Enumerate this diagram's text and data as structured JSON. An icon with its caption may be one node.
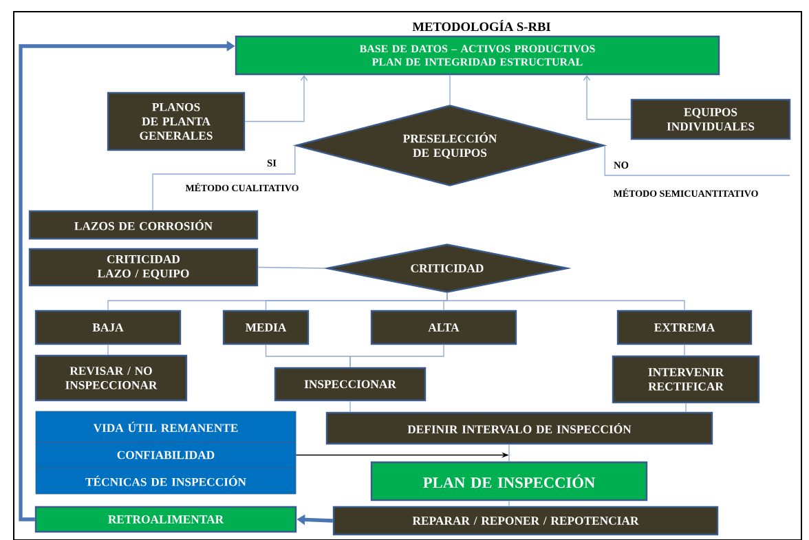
{
  "diagram": {
    "title": "METODOLOGÍA S-RBI",
    "nodes": [
      {
        "text": [
          "BASE DE DATOS – ACTIVOS PRODUCTIVOS",
          "PLAN DE INTEGRIDAD ESTRUCTURAL"
        ]
      },
      {
        "text": [
          "PLANOS DE PLANTA GENERALES"
        ]
      },
      {
        "text": [
          "PRESELECCIÓN DE EQUIPOS"
        ]
      },
      {
        "text": [
          "EQUIPOS INDIVIDUALES"
        ]
      },
      {
        "text": [
          "LAZOS DE CORROSIÓN"
        ]
      },
      {
        "text": [
          "CRITICIDAD LAZO / EQUIPO"
        ]
      },
      {
        "text": [
          "CRITICIDAD"
        ]
      },
      {
        "text": [
          "BAJA"
        ]
      },
      {
        "text": [
          "MEDIA"
        ]
      },
      {
        "text": [
          "ALTA"
        ]
      },
      {
        "text": [
          "EXTREMA"
        ]
      },
      {
        "text": [
          "REVISAR / NO INSPECCIONAR"
        ]
      },
      {
        "text": [
          "INSPECCIONAR"
        ]
      },
      {
        "text": [
          "INTERVENIR RECTIFICAR"
        ]
      },
      {
        "text": [
          "VIDA ÚTIL REMANENTE"
        ]
      },
      {
        "text": [
          "CONFIABILIDAD"
        ]
      },
      {
        "text": [
          "TÉCNICAS DE INSPECCIÓN"
        ]
      },
      {
        "text": [
          "DEFINIR INTERVALO DE INSPECCIÓN"
        ]
      },
      {
        "text": [
          "PLAN DE INSPECCIÓN"
        ]
      },
      {
        "text": [
          "RETROALIMENTAR"
        ]
      },
      {
        "text": [
          "REPARAR / REPONER / REPOTENCIAR"
        ]
      }
    ],
    "edges": [
      {
        "from": 0,
        "to": 2,
        "arrow": "none"
      },
      {
        "from": 1,
        "to": 0,
        "arrow": "to"
      },
      {
        "from": 3,
        "to": 0,
        "arrow": "to"
      },
      {
        "from": 2,
        "to": 4,
        "arrow": "none",
        "label": "SI"
      },
      {
        "from": 2,
        "to": null,
        "arrow": "none",
        "label": "NO"
      },
      {
        "from": 5,
        "to": 6,
        "arrow": "none"
      },
      {
        "from": 6,
        "to": 7,
        "arrow": "none"
      },
      {
        "from": 6,
        "to": 8,
        "arrow": "none"
      },
      {
        "from": 6,
        "to": 9,
        "arrow": "none"
      },
      {
        "from": 6,
        "to": 10,
        "arrow": "none"
      },
      {
        "from": 7,
        "to": 11,
        "arrow": "none"
      },
      {
        "from": 8,
        "to": 12,
        "arrow": "none"
      },
      {
        "from": 9,
        "to": 12,
        "arrow": "none"
      },
      {
        "from": 10,
        "to": 13,
        "arrow": "none"
      },
      {
        "from": 12,
        "to": 17,
        "arrow": "none"
      },
      {
        "from": 13,
        "to": 17,
        "arrow": "none"
      },
      {
        "from": 15,
        "to": 18,
        "arrow": "to",
        "color": "#000000"
      },
      {
        "from": 17,
        "to": 18,
        "arrow": "none"
      },
      {
        "from": 18,
        "to": 20,
        "arrow": "none"
      },
      {
        "from": 20,
        "to": 19,
        "arrow": "to",
        "style": "thick",
        "color": "#4a76b5"
      },
      {
        "from": 19,
        "to": 0,
        "arrow": "to",
        "style": "thick",
        "color": "#4a76b5"
      }
    ],
    "labels": [
      "MÉTODO CUALITATIVO",
      "MÉTODO SEMICUANTITATIVO"
    ]
  }
}
